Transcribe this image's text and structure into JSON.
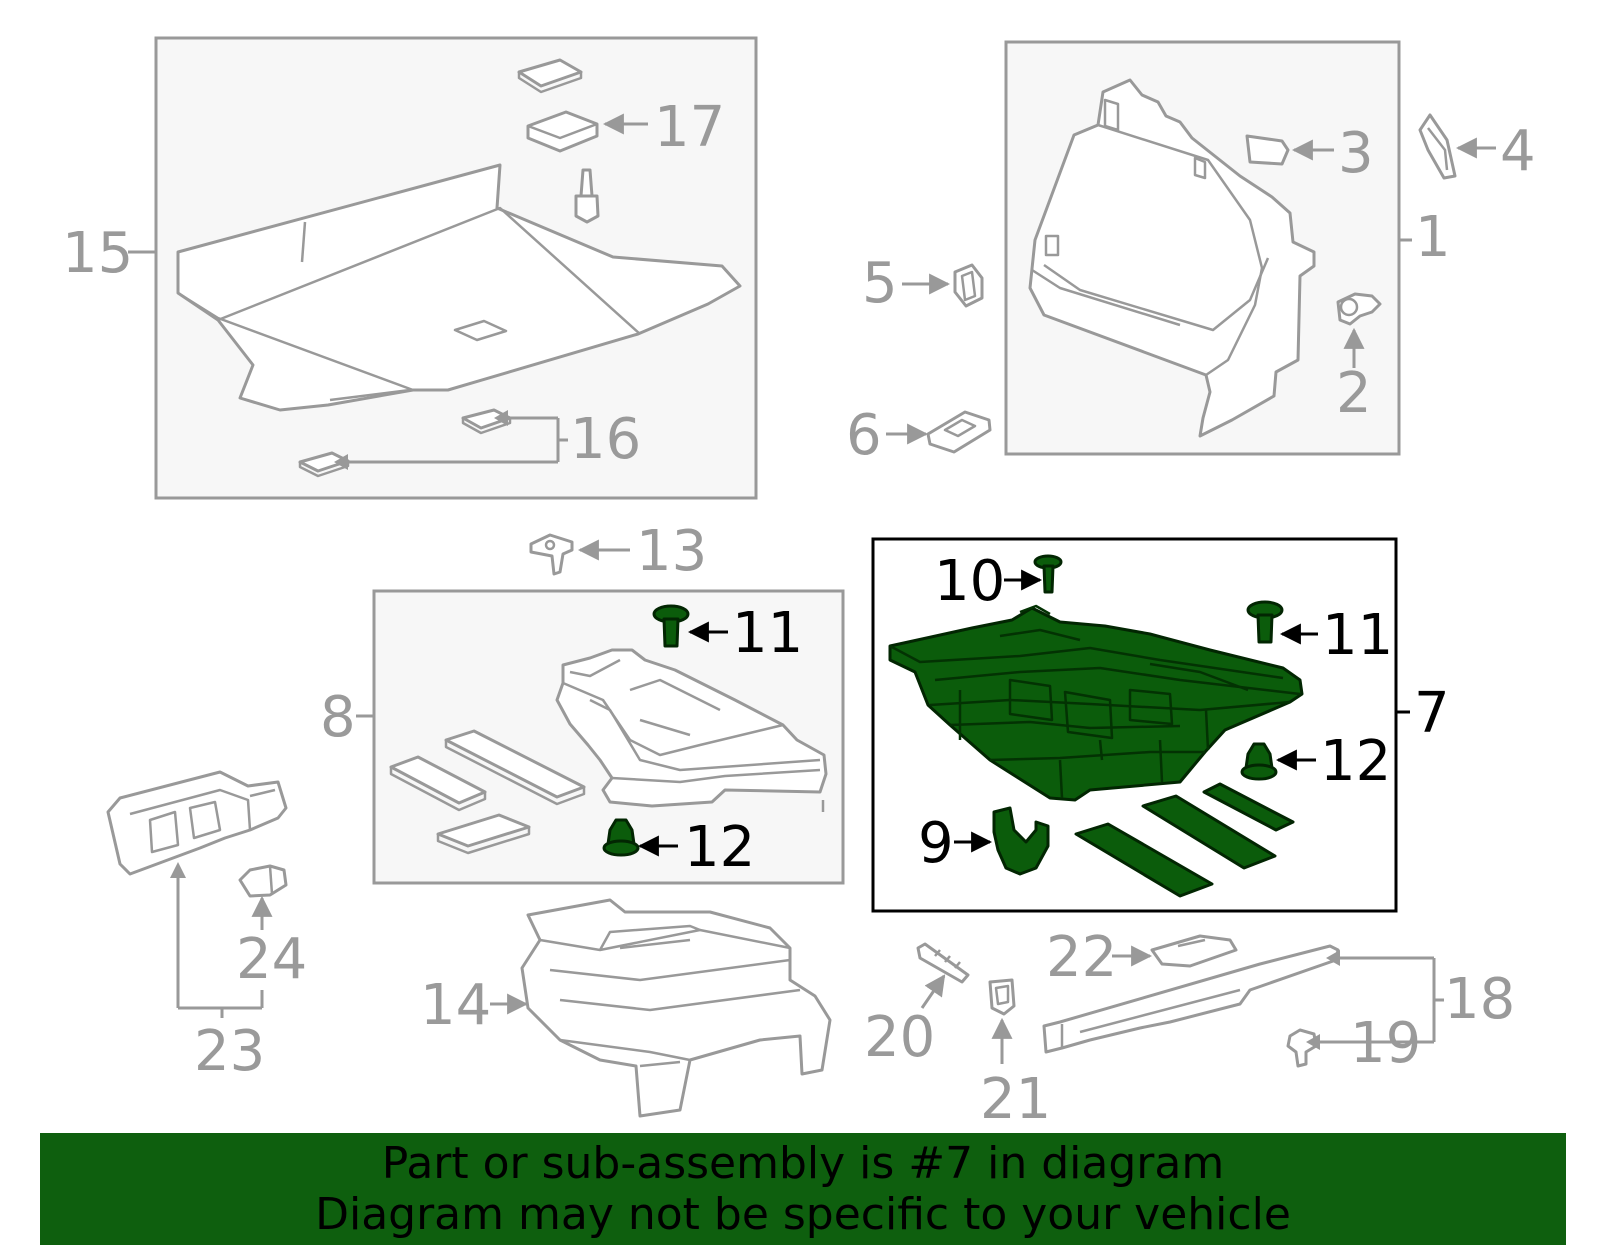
{
  "callouts": {
    "c1": "1",
    "c2": "2",
    "c3": "3",
    "c4": "4",
    "c5": "5",
    "c6": "6",
    "c7": "7",
    "c8": "8",
    "c9": "9",
    "c10": "10",
    "c11a": "11",
    "c11b": "11",
    "c12a": "12",
    "c12b": "12",
    "c13": "13",
    "c14": "14",
    "c15": "15",
    "c16": "16",
    "c17": "17",
    "c18": "18",
    "c19": "19",
    "c20": "20",
    "c21": "21",
    "c22": "22",
    "c23": "23",
    "c24": "24"
  },
  "banner": {
    "line1": "Part or sub-assembly is #7 in diagram",
    "line2": "Diagram may not be specific to your vehicle"
  },
  "colors": {
    "highlight": "#0b5c0b",
    "banner": "#0e5f0e",
    "part_outline": "#999999",
    "selected_outline": "#000000"
  }
}
